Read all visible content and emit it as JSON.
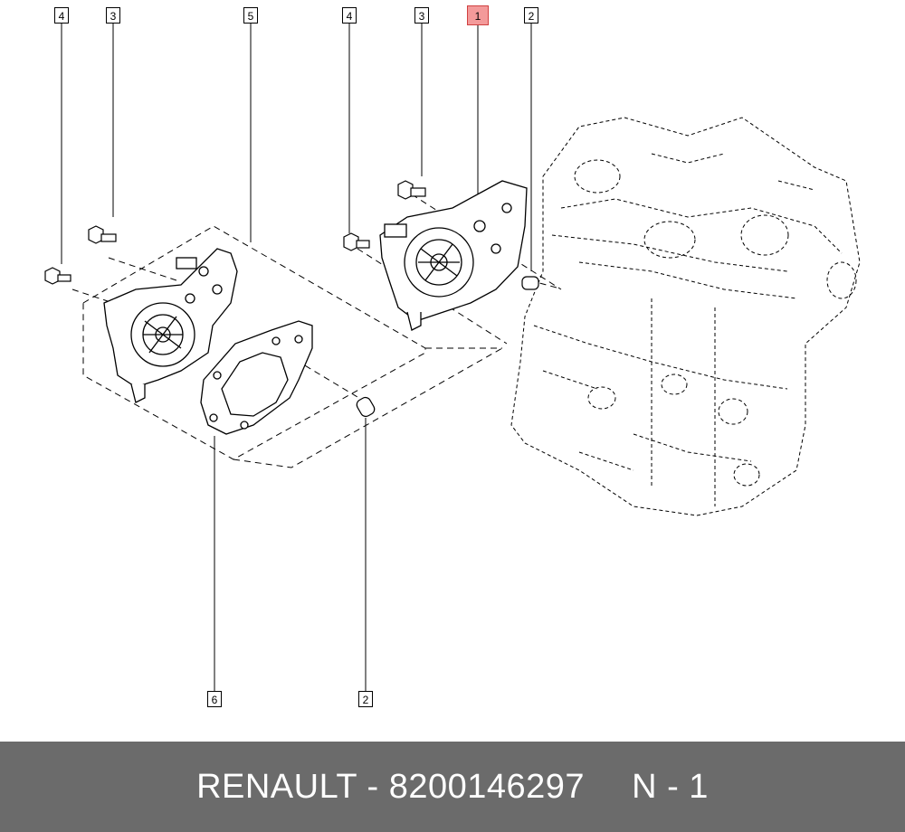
{
  "callouts": {
    "left_bolt_small": "4",
    "left_bolt_large": "3",
    "left_frame": "5",
    "right_bolt_small": "4",
    "right_bolt_large": "3",
    "water_pump": "1",
    "right_dowel": "2",
    "gasket": "6",
    "lower_dowel": "2"
  },
  "footer": {
    "brand": "RENAULT",
    "separator": " - ",
    "part_number": "8200146297",
    "sheet": "N - 1"
  },
  "colors": {
    "footer_bg": "#6b6b6b",
    "highlight": "#f39a9a"
  }
}
